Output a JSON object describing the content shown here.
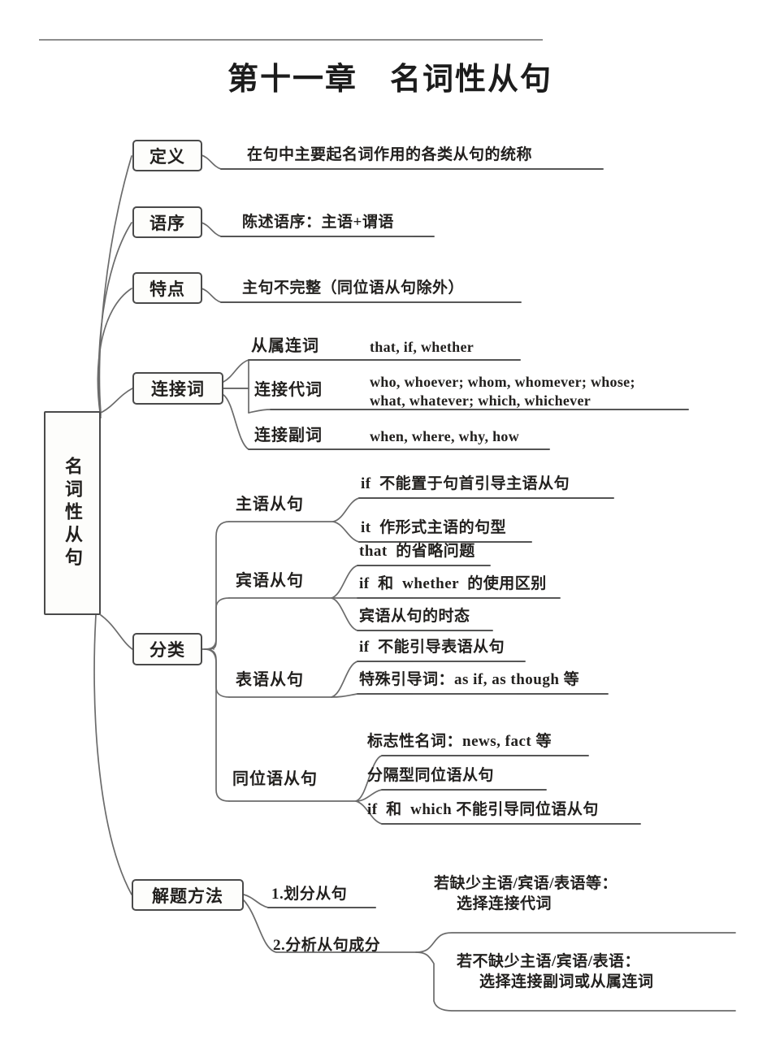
{
  "page": {
    "title": "第十一章　名词性从句",
    "root": "名词性从句"
  },
  "branches": {
    "definition": {
      "node": "定义",
      "content": "在句中主要起名词作用的各类从句的统称"
    },
    "word_order": {
      "node": "语序",
      "content": "陈述语序：主语+谓语"
    },
    "feature": {
      "node": "特点",
      "content": "主句不完整（同位语从句除外）"
    },
    "connectives": {
      "node": "连接词",
      "items": [
        {
          "label": "从属连词",
          "value": "that, if, whether"
        },
        {
          "label": "连接代词",
          "value_line1": "who, whoever; whom, whomever; whose;",
          "value_line2": "what, whatever; which, whichever"
        },
        {
          "label": "连接副词",
          "value": "when, where, why, how"
        }
      ]
    },
    "classification": {
      "node": "分类",
      "groups": [
        {
          "label": "主语从句",
          "points": [
            "if  不能置于句首引导主语从句",
            "it  作形式主语的句型"
          ]
        },
        {
          "label": "宾语从句",
          "points": [
            "that  的省略问题",
            "if  和  whether  的使用区别",
            "宾语从句的时态"
          ]
        },
        {
          "label": "表语从句",
          "points": [
            "if  不能引导表语从句",
            "特殊引导词：as if, as though 等"
          ]
        },
        {
          "label": "同位语从句",
          "points": [
            "标志性名词：news, fact 等",
            "分隔型同位语从句",
            "if  和  which 不能引导同位语从句"
          ]
        }
      ]
    },
    "method": {
      "node": "解题方法",
      "steps": [
        {
          "label": "1.划分从句",
          "note_line1": "若缺少主语/宾语/表语等：",
          "note_line2": "选择连接代词"
        },
        {
          "label": "2.分析从句成分",
          "note_line1": "若不缺少主语/宾语/表语：",
          "note_line2": "选择连接副词或从属连词"
        }
      ]
    }
  },
  "colors": {
    "stroke": "#6b6b6b",
    "box_border": "#4a4a4a",
    "text": "#22201e",
    "underline": "#5a5a5a",
    "background": "#ffffff"
  }
}
